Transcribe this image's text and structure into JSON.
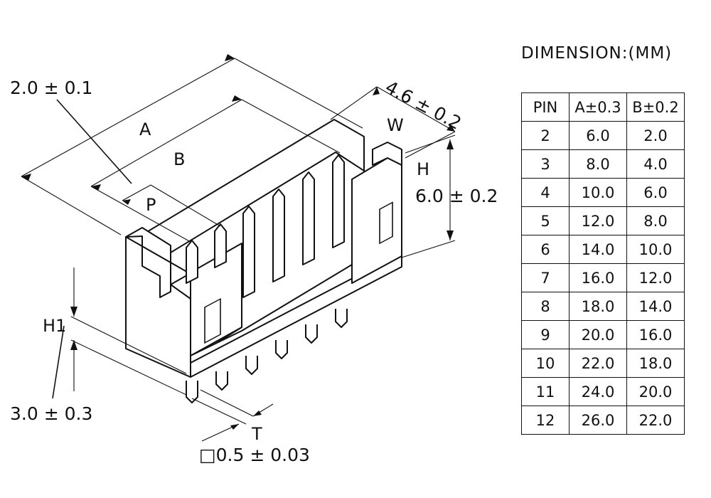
{
  "drawing": {
    "labels": {
      "pitch_tol": "2.0 ± 0.1",
      "width_tol": "4.6 ± 0.2",
      "height_tol": "6.0 ± 0.2",
      "h1_tol": "3.0 ± 0.3",
      "pin_tol": "□0.5 ± 0.03",
      "a": "A",
      "b": "B",
      "p": "P",
      "w": "W",
      "h": "H",
      "h1": "H1",
      "t": "T"
    }
  },
  "table": {
    "title": "DIMENSION:(MM)",
    "headers": [
      "PIN",
      "A±0.3",
      "B±0.2"
    ],
    "rows": [
      [
        "2",
        "6.0",
        "2.0"
      ],
      [
        "3",
        "8.0",
        "4.0"
      ],
      [
        "4",
        "10.0",
        "6.0"
      ],
      [
        "5",
        "12.0",
        "8.0"
      ],
      [
        "6",
        "14.0",
        "10.0"
      ],
      [
        "7",
        "16.0",
        "12.0"
      ],
      [
        "8",
        "18.0",
        "14.0"
      ],
      [
        "9",
        "20.0",
        "16.0"
      ],
      [
        "10",
        "22.0",
        "18.0"
      ],
      [
        "11",
        "24.0",
        "20.0"
      ],
      [
        "12",
        "26.0",
        "22.0"
      ]
    ]
  }
}
